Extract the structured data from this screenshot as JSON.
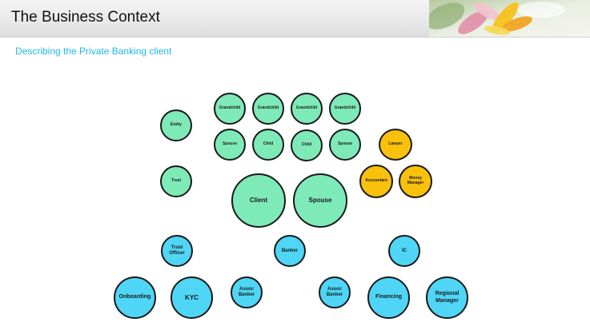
{
  "header": {
    "title": "The Business Context"
  },
  "subtitle": "Describing the Private Banking client",
  "nodes": {
    "grandchild_1": "Grandchild",
    "grandchild_2": "Grandchild",
    "grandchild_3": "Grandchild",
    "grandchild_4": "Grandchild",
    "entity": "Entity",
    "spouse_small_1": "Spouse",
    "child_1": "Child",
    "child_2": "Child",
    "spouse_small_2": "Spouse",
    "lawyer": "Lawyer",
    "trust": "Trust",
    "client": "Client",
    "spouse": "Spouse",
    "accountant": "Accountant",
    "money_manager": "Money Manager",
    "trust_officer": "Trust Officer",
    "banker": "Banker",
    "ic": "IC",
    "onboarding": "Onboarding",
    "kyc": "KYC",
    "assoc_banker_1": "Assoc Banker",
    "assoc_banker_2": "Assoc Banker",
    "financing": "Financing",
    "regional_manager": "Regional Manager"
  },
  "colors": {
    "family": "#7eeab8",
    "advisors": "#f8c10c",
    "bank_staff": "#4fd6f6",
    "subtitle": "#22b8e6"
  },
  "icons": {
    "header_image": "flower-photo"
  }
}
